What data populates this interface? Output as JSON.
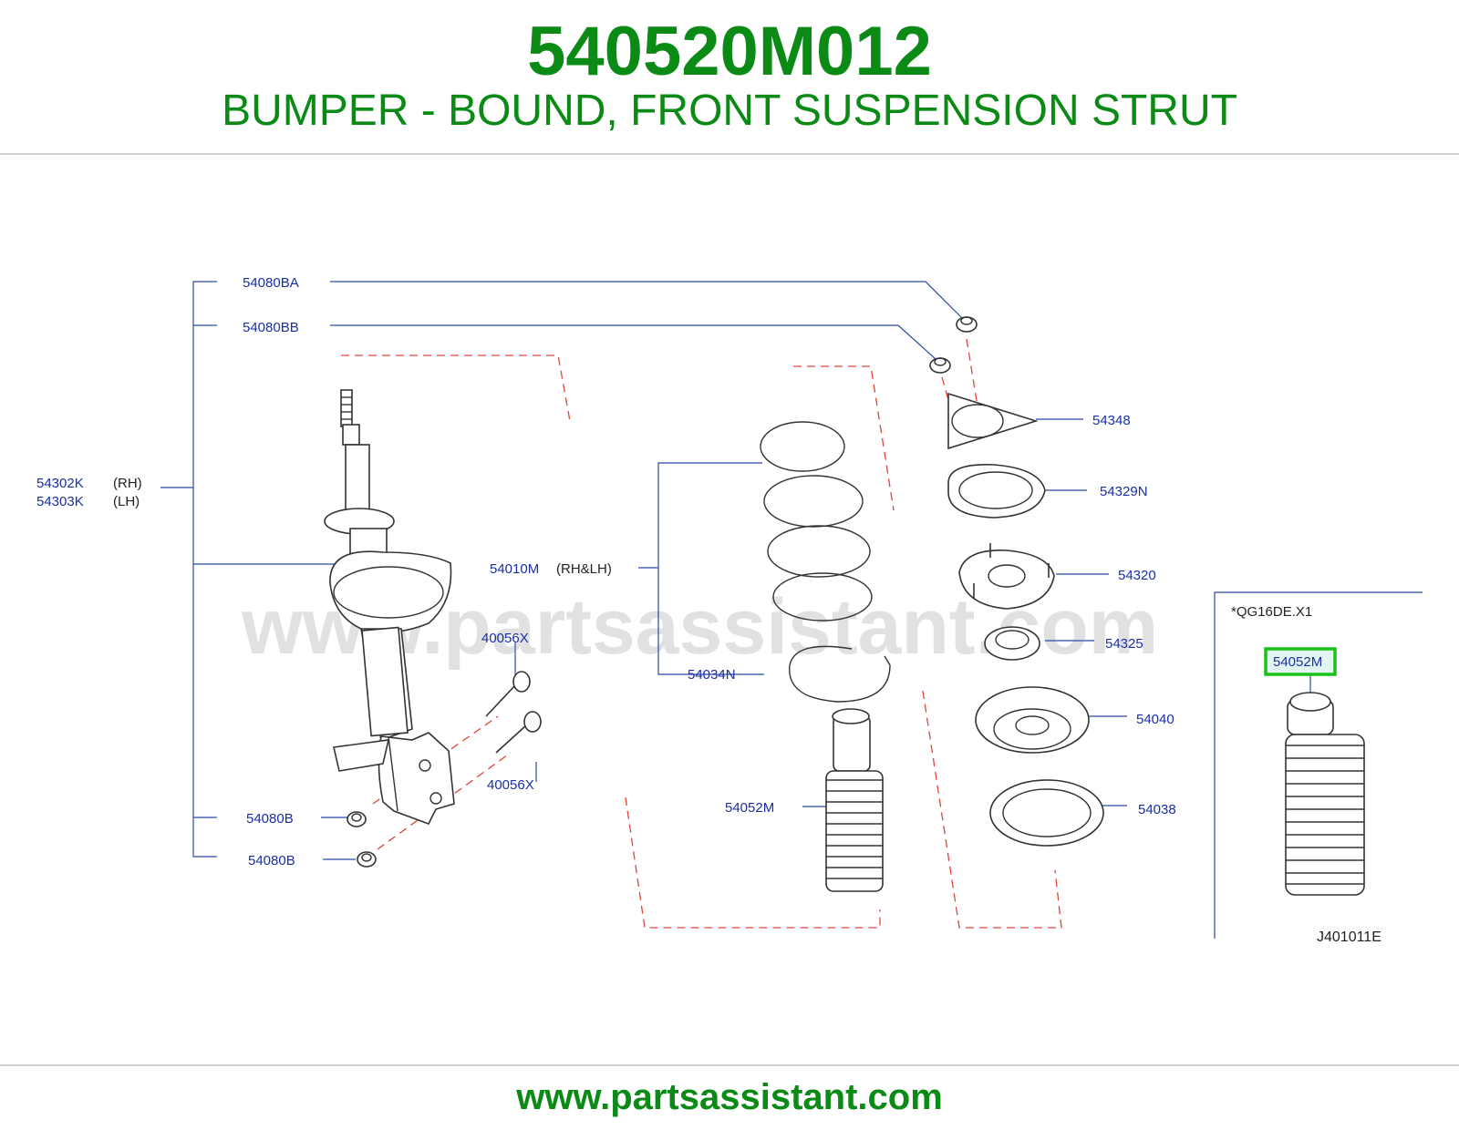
{
  "header": {
    "part_number": "540520M012",
    "description": "BUMPER - BOUND, FRONT SUSPENSION STRUT"
  },
  "diagram": {
    "watermark": "www.partsassistant.com",
    "labels": {
      "nut_ba": "54080BA",
      "nut_bb": "54080BB",
      "strut_rh": "54302K",
      "strut_rh_side": "(RH)",
      "strut_lh": "54303K",
      "strut_lh_side": "(LH)",
      "nut_b_upper": "54080B",
      "nut_b_lower": "54080B",
      "bolt_upper": "40056X",
      "bolt_lower": "40056X",
      "spring": "54010M",
      "spring_side": "(RH&LH)",
      "spring_seat": "54034N",
      "bound_bumper": "54052M",
      "plate": "54348",
      "insulator_plate": "54329N",
      "mount": "54320",
      "bearing": "54325",
      "upper_seat": "54040",
      "rubber_seat": "54038",
      "variant_note": "*QG16DE.X1",
      "highlighted_part": "54052M",
      "diagram_code": "J401011E"
    }
  },
  "footer": {
    "url": "www.partsassistant.com"
  },
  "colors": {
    "brand_green": "#0b8a16",
    "label_blue": "#1a2fa6",
    "highlight_box": "#19c219"
  }
}
